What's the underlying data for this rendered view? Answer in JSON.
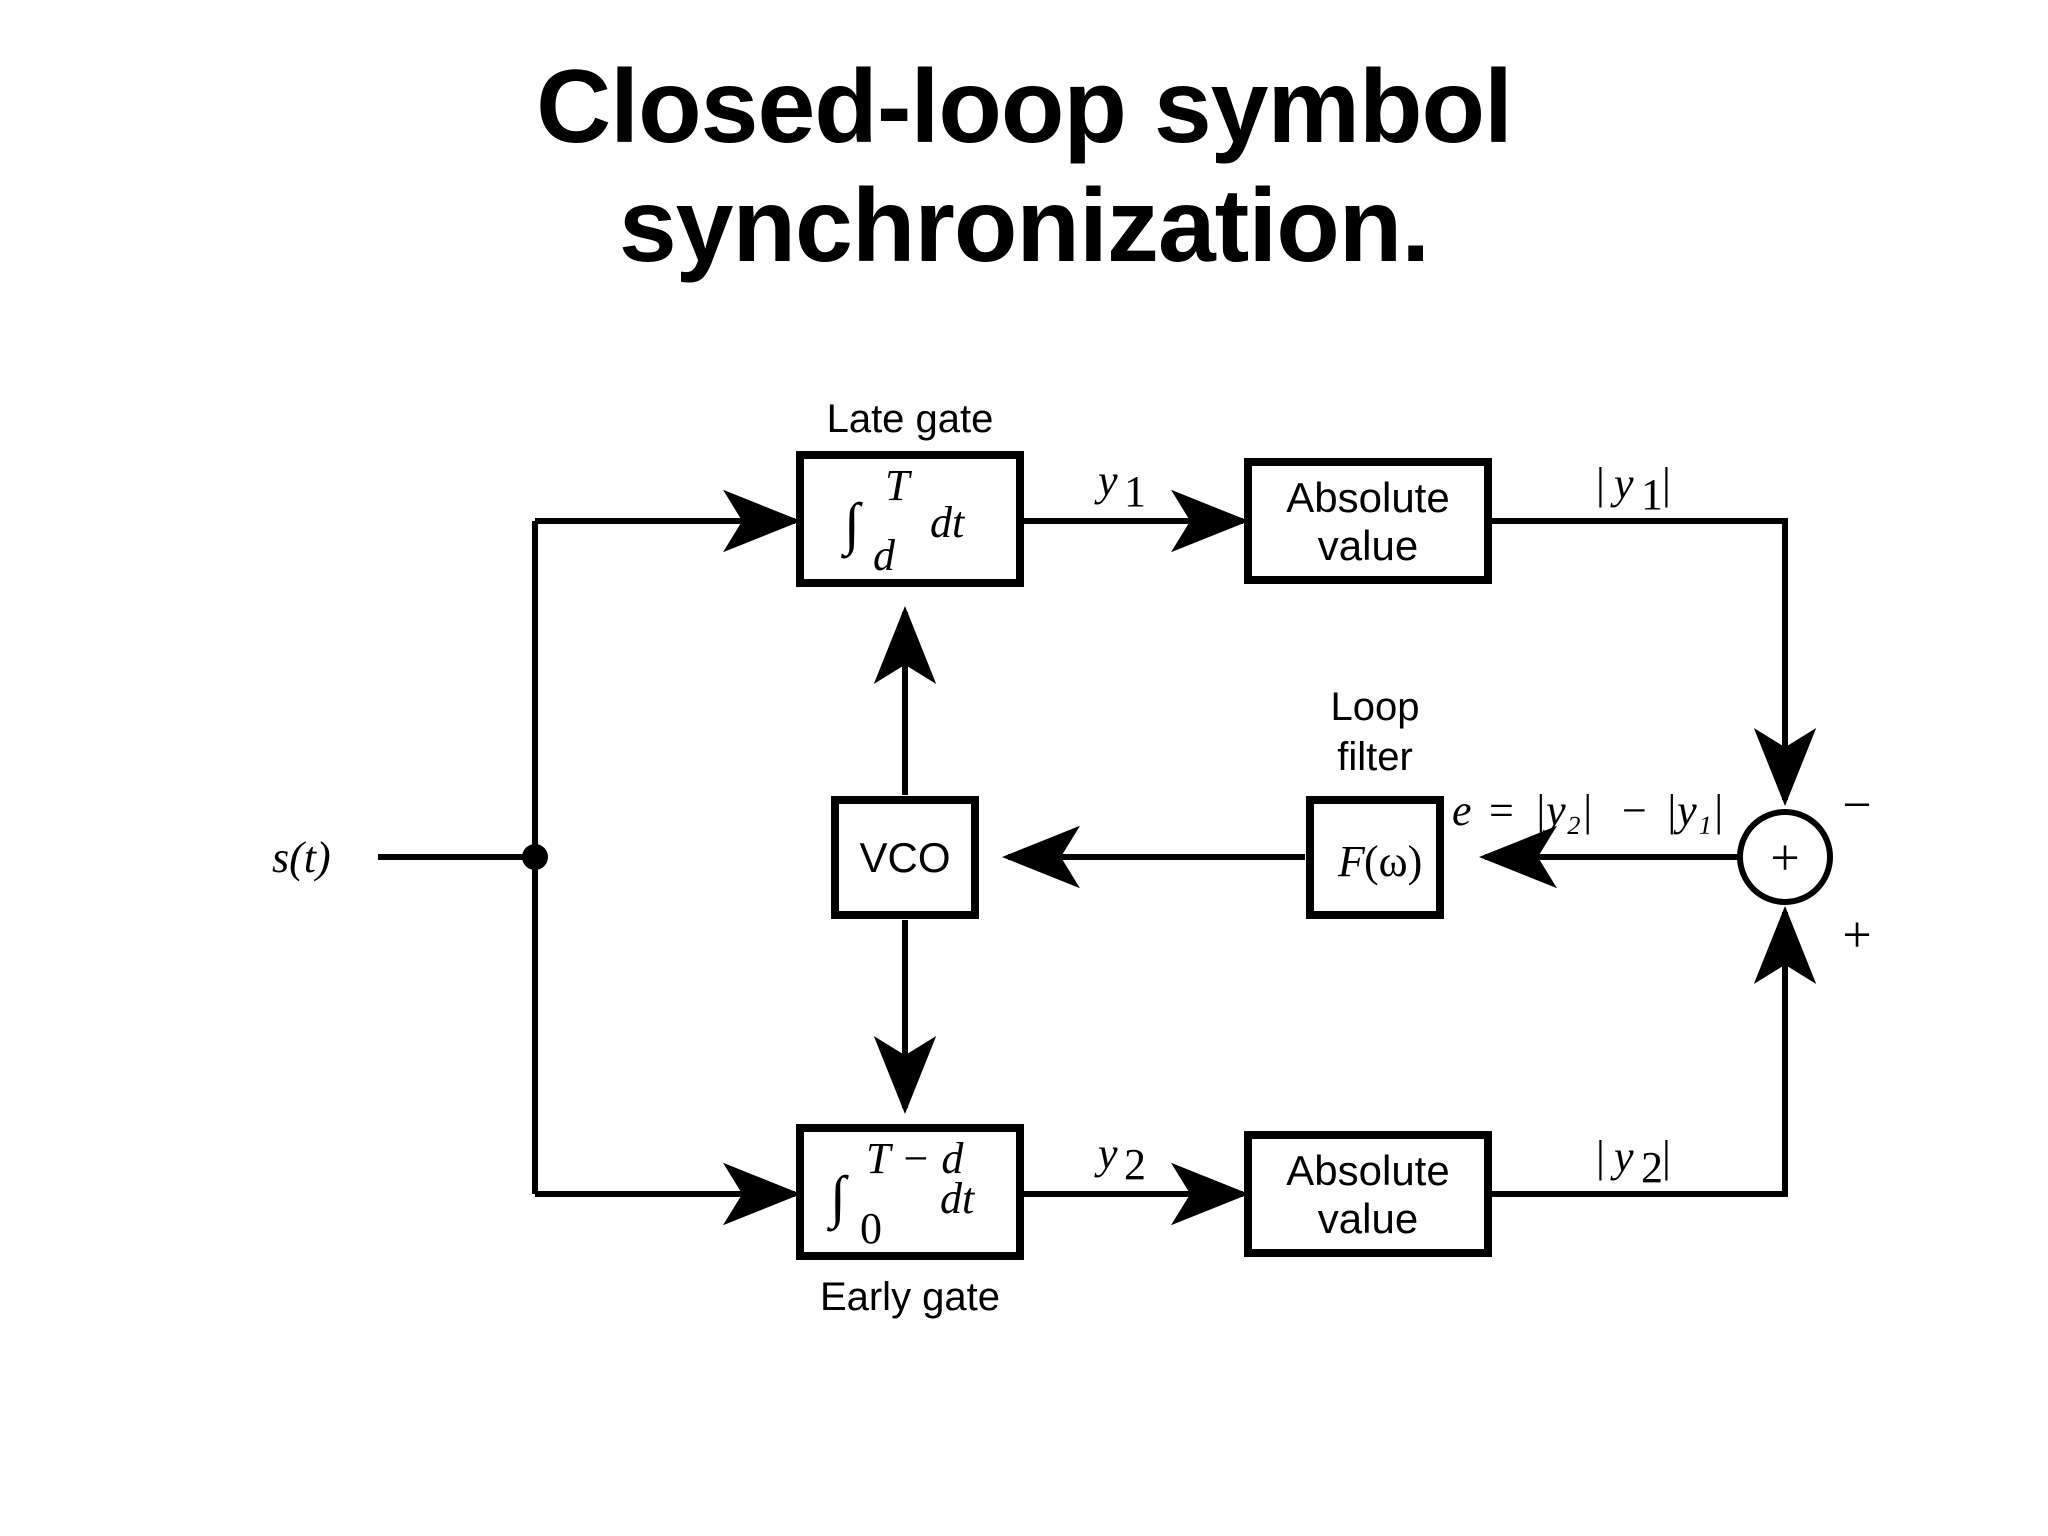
{
  "slide": {
    "title": "Closed-loop symbol\nsynchronization."
  },
  "diagram": {
    "type": "block-diagram",
    "input": {
      "label": "s(t)"
    },
    "blocks": [
      {
        "id": "late-gate-integrator",
        "caption": "Late gate",
        "caption_position": "above",
        "integral_lower": "d",
        "integral_upper": "T",
        "integral_body": "dt",
        "integral_symbol": "∫"
      },
      {
        "id": "absolute-value-top",
        "line1": "Absolute",
        "line2": "value"
      },
      {
        "id": "vco",
        "label": "VCO"
      },
      {
        "id": "loop-filter",
        "caption_line1": "Loop",
        "caption_line2": "filter",
        "label_fn": "F",
        "label_arg": "(ω)"
      },
      {
        "id": "early-gate-integrator",
        "caption": "Early gate",
        "caption_position": "below",
        "integral_lower": "0",
        "integral_upper": "T − d",
        "integral_body": "dt",
        "integral_symbol": "∫"
      },
      {
        "id": "absolute-value-bottom",
        "line1": "Absolute",
        "line2": "value"
      }
    ],
    "summing_junction": {
      "id": "summing-junction",
      "center_sign": "+",
      "top_input_sign": "−",
      "bottom_input_sign": "+"
    },
    "signals": {
      "y1": "y",
      "y1_sub": "1",
      "y2": "y",
      "y2_sub": "2",
      "abs_y1_open": "|",
      "abs_y1_close": "|",
      "abs_y2_open": "|",
      "abs_y2_close": "|",
      "error_equation": {
        "e": "e",
        "equals": "=",
        "term1": "|y₂|",
        "minus": "−",
        "term2": "|y₁|"
      }
    },
    "colors": {
      "ink": "#000000",
      "background": "#ffffff"
    }
  }
}
